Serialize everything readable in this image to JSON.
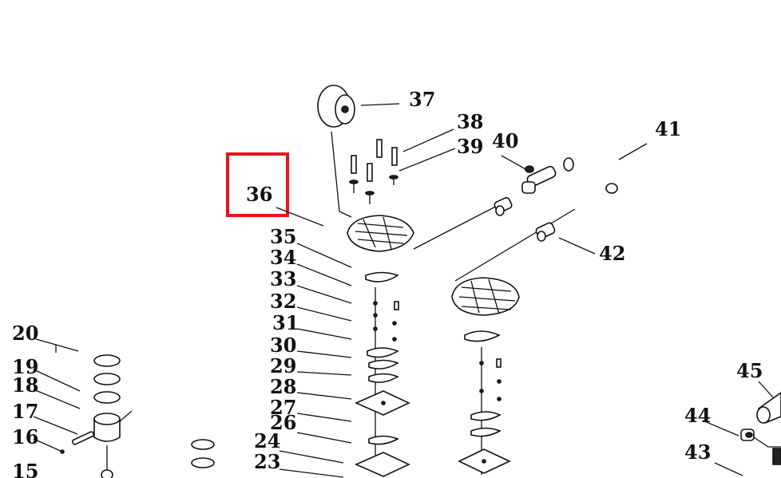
{
  "diagram": {
    "highlight": {
      "label": "36",
      "color": "#e8141c"
    },
    "labels": [
      "37",
      "38",
      "39",
      "40",
      "41",
      "35",
      "34",
      "33",
      "32",
      "31",
      "30",
      "29",
      "28",
      "27",
      "26",
      "24",
      "23",
      "42",
      "20",
      "19",
      "18",
      "17",
      "16",
      "15",
      "45",
      "44",
      "43"
    ]
  }
}
